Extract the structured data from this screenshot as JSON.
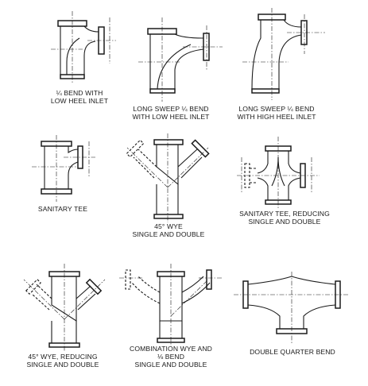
{
  "fittings": [
    {
      "id": "quarter-bend-low-heel",
      "caption": [
        "¼ BEND WITH",
        "LOW HEEL INLET"
      ]
    },
    {
      "id": "long-sweep-low-heel",
      "caption": [
        "LONG SWEEP ¼ BEND",
        "WITH LOW HEEL INLET"
      ]
    },
    {
      "id": "long-sweep-high-heel",
      "caption": [
        "LONG SWEEP ¼ BEND",
        "WITH HIGH HEEL INLET"
      ]
    },
    {
      "id": "sanitary-tee",
      "caption": [
        "SANITARY TEE"
      ]
    },
    {
      "id": "wye-45",
      "caption": [
        "45° WYE",
        "SINGLE AND DOUBLE"
      ]
    },
    {
      "id": "sanitary-tee-reducing",
      "caption": [
        "SANITARY TEE, REDUCING",
        "SINGLE AND DOUBLE"
      ]
    },
    {
      "id": "wye-45-reducing",
      "caption": [
        "45° WYE, REDUCING",
        "SINGLE AND DOUBLE"
      ]
    },
    {
      "id": "combination-wye",
      "caption": [
        "COMBINATION WYE AND",
        "⅛ BEND",
        "SINGLE AND DOUBLE"
      ]
    },
    {
      "id": "double-quarter-bend",
      "caption": [
        "DOUBLE QUARTER BEND"
      ]
    }
  ]
}
